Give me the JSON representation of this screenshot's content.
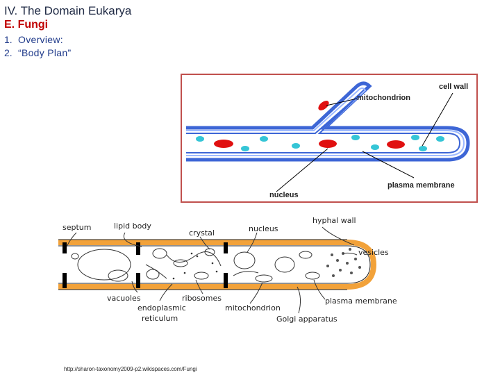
{
  "slide": {
    "title": "IV. The Domain Eukarya",
    "subtitle": "E. Fungi",
    "outline": [
      {
        "num": "1.",
        "text": "Overview:"
      },
      {
        "num": "2.",
        "text": "“Body Plan”"
      }
    ]
  },
  "hypha_diagram": {
    "labels": {
      "cell_wall": "cell wall",
      "mitochondrion": "mitochondrion",
      "nucleus": "nucleus",
      "plasma_membrane": "plasma membrane"
    },
    "colors": {
      "frame": "#c0504d",
      "wall_outer": "#3d66d6",
      "wall_inner": "#9db9ff",
      "organelle": "#e01010",
      "vesicle": "#35c5d6"
    }
  },
  "cell_diagram": {
    "labels": {
      "septum": "septum",
      "lipid_body": "lipid body",
      "crystal": "crystal",
      "nucleus": "nucleus",
      "hyphal_wall": "hyphal wall",
      "vesicles": "vesicles",
      "vacuoles": "vacuoles",
      "er_line1": "endoplasmic",
      "er_line2": "reticulum",
      "ribosomes": "ribosomes",
      "mitochondrion": "mitochondrion",
      "golgi": "Golgi apparatus",
      "plasma_membrane": "plasma membrane"
    },
    "colors": {
      "wall": "#f2a23a",
      "septum": "#000000"
    }
  },
  "credit": "http://sharon-taxonomy2009-p2.wikispaces.com/Fungi"
}
